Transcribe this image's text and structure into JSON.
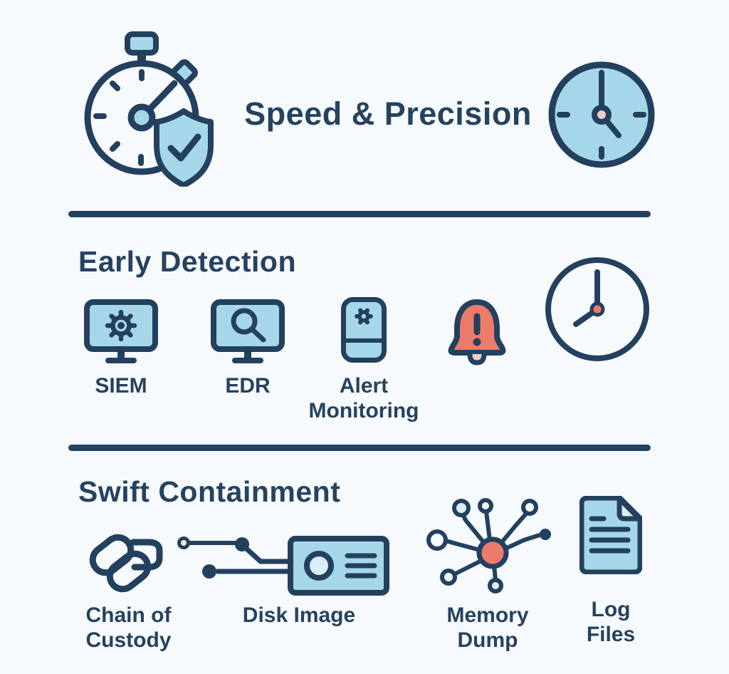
{
  "colors": {
    "navy": "#24405f",
    "light_blue": "#a6d7e8",
    "pale_blue": "#d9edf5",
    "coral": "#ec7b6c",
    "pink": "#f2cdc6",
    "cream": "#f3eec5",
    "background": "#f7fafd"
  },
  "sections": [
    {
      "title": "Speed & Precision",
      "icons": [
        "stopwatch-shield-icon",
        "clock-filled-icon"
      ]
    },
    {
      "title": "Early Detection",
      "items": [
        {
          "icon": "siem-monitor-gear-icon",
          "label": "SIEM"
        },
        {
          "icon": "edr-monitor-search-icon",
          "label": "EDR"
        },
        {
          "icon": "alert-device-icon",
          "label": "Alert Monitoring"
        },
        {
          "icon": "alert-bell-icon"
        },
        {
          "icon": "clock-outline-icon"
        }
      ]
    },
    {
      "title": "Swift Containment",
      "items": [
        {
          "icon": "chain-links-icon",
          "label": "Chain of Custody"
        },
        {
          "icon": "disk-image-circuit-icon",
          "label": "Disk Image"
        },
        {
          "icon": "memory-dump-network-icon",
          "label": "Memory Dump"
        },
        {
          "icon": "log-files-document-icon",
          "label": "Log Files"
        }
      ]
    }
  ]
}
